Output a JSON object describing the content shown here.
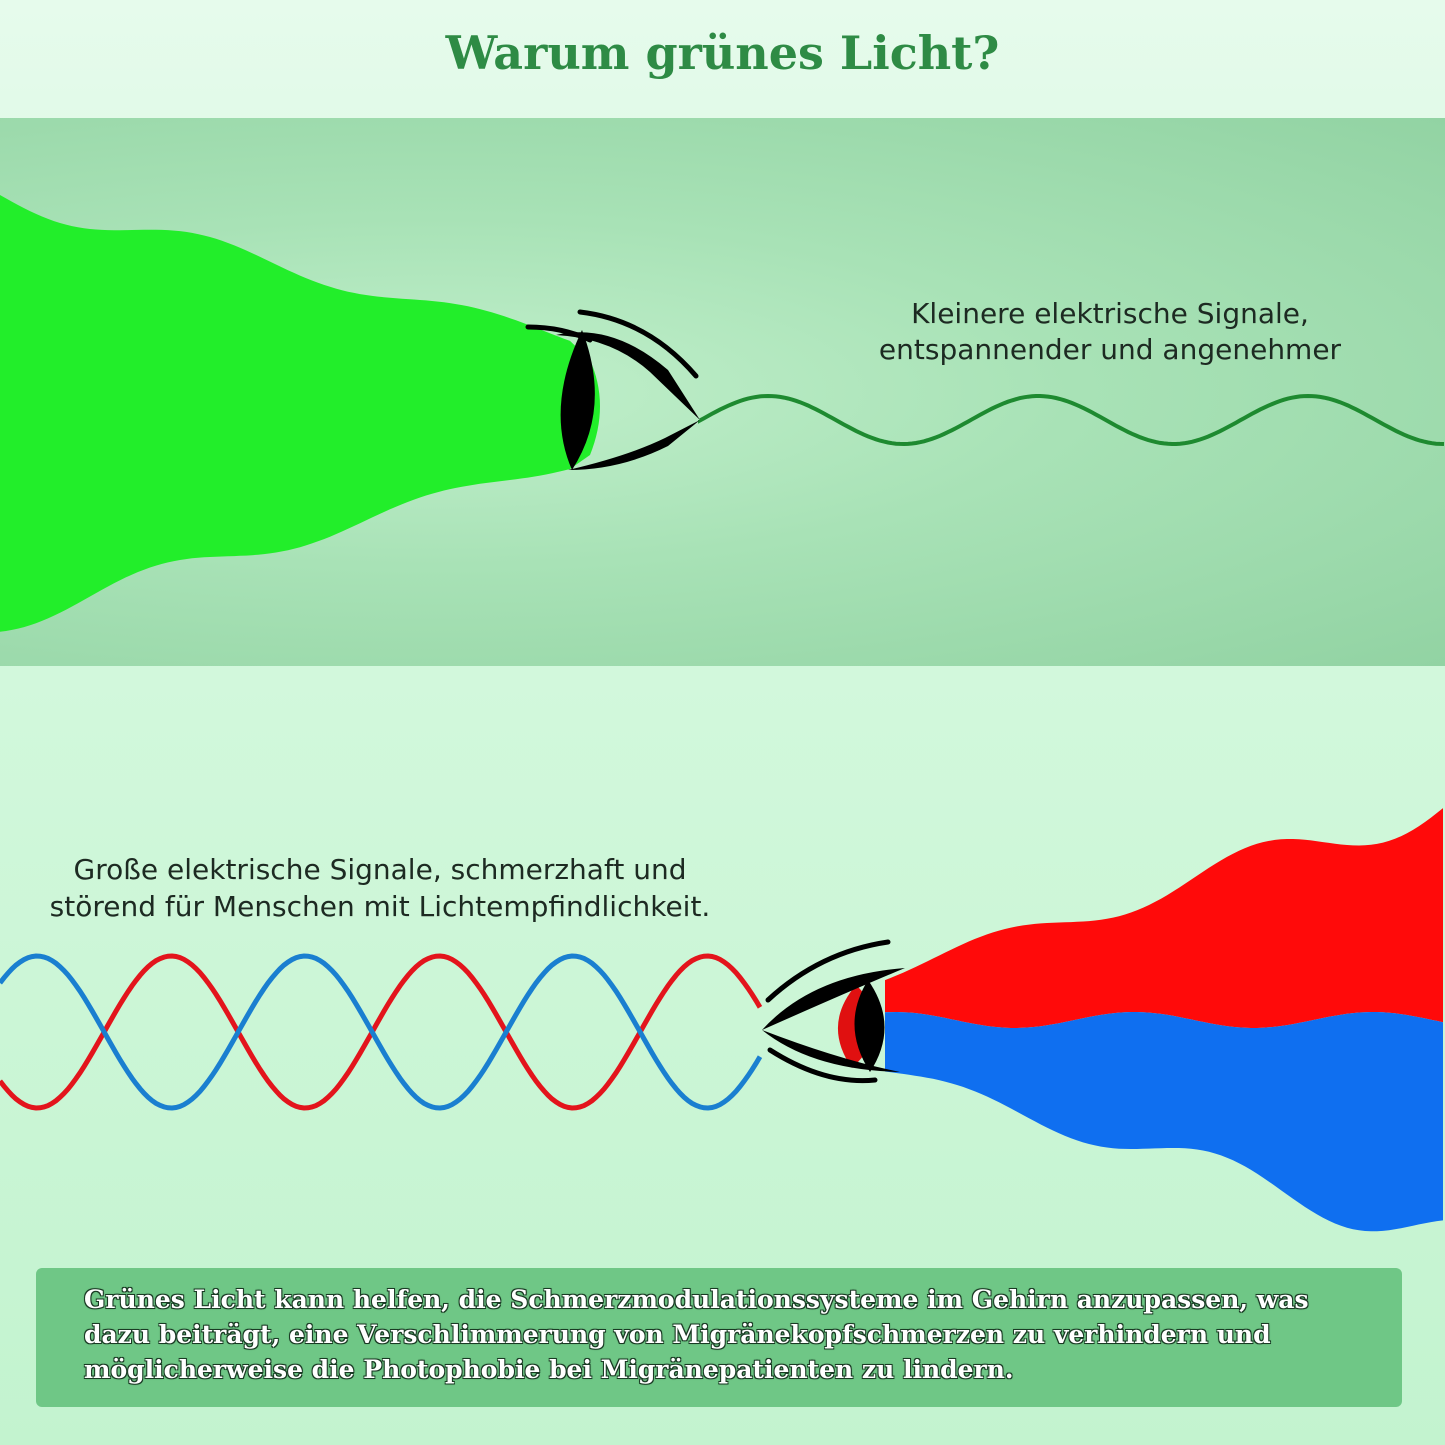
{
  "title": "Warum grünes Licht?",
  "top_panel": {
    "label_line1": "Kleinere elektrische Signale,",
    "label_line2": "entspannender und angenehmer",
    "beam_color": "#22ee2a",
    "wave_color": "#1e8a30",
    "eye_icon": "eye-icon"
  },
  "bottom_panel": {
    "label_line1": "Große elektrische Signale, schmerzhaft und",
    "label_line2": "störend für Menschen mit Lichtempfindlichkeit.",
    "beam_colors": [
      "#ff0a0a",
      "#0f6ff0"
    ],
    "wave_colors": [
      "#e3141c",
      "#1a7fd0"
    ],
    "eye_icon": "eye-icon"
  },
  "info": {
    "text": "Grünes Licht kann helfen, die Schmerzmodulationssysteme im Gehirn anzupassen, was dazu beiträgt, eine Verschlimmerung von Migränekopfschmerzen zu verhindern und möglicherweise die Photophobie bei Migränepatienten zu lindern."
  },
  "colors": {
    "title": "#2e8b45",
    "info_box": "#6fc786"
  }
}
